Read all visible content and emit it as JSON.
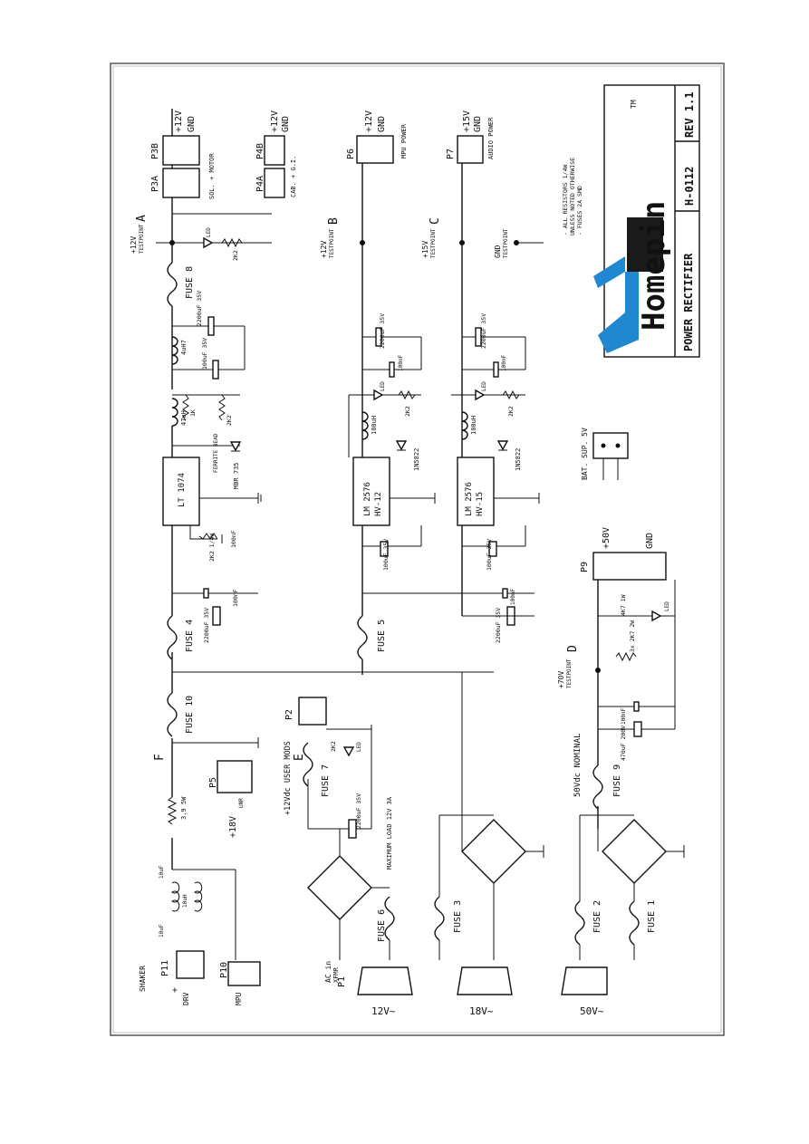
{
  "title_block": {
    "brand": "Homepin",
    "trademark": "TM",
    "title": "POWER RECTIFIER",
    "drawing_no": "H-0112",
    "revision": "REV 1.1",
    "notes": [
      "- ALL RESISTORS 1/4W",
      "  UNLESS NOTED OTHERWISE",
      "- FUSES 2A SMD"
    ],
    "colors": {
      "logo_blue": "#1f88d0",
      "logo_dark": "#1a1a1a"
    }
  },
  "connectors": {
    "p3a": "P3A",
    "p3b": "P3B",
    "p3_v": "+12V",
    "p3_gnd": "GND",
    "p3_desc": "SOL. + MOTOR",
    "p4a": "P4A",
    "p4b": "P4B",
    "p4_v": "+12V",
    "p4_gnd": "GND",
    "p4_desc": "CAB. + G.I.",
    "p6": "P6",
    "p6_v": "+12V",
    "p6_gnd": "GND",
    "p6_desc": "MPU POWER",
    "p7": "P7",
    "p7_v": "+15V",
    "p7_gnd": "GND",
    "p7_desc": "AUDIO POWER",
    "p9": "P9",
    "p9_v": "+50V",
    "p9_gnd": "GND",
    "p11": "P11",
    "p11_desc": "SHAKER",
    "p11_drv": "DRV",
    "p11_plus": "+",
    "p10": "P10",
    "p10_desc": "MPU",
    "p5": "P5",
    "p5_desc": "+18V",
    "p5_sub": "UNR",
    "p2": "P2",
    "p1": "P1",
    "p1_desc": "AC in",
    "p1_sub": "XFMR",
    "in12": "12V~",
    "in18": "18V~",
    "in50": "50V~",
    "bat": "BAT. SUP. 5V"
  },
  "testpoints": {
    "a": "A",
    "a_v": "+12V",
    "a_label": "TESTPOINT",
    "b": "B",
    "b_v": "+12V",
    "b_label": "TESTPOINT",
    "c": "C",
    "c_v": "+15V",
    "c_label": "TESTPOINT",
    "gnd": "GND",
    "gnd_label": "TESTPOINT",
    "d": "D",
    "d_v": "+70V",
    "d_label": "TESTPOINT",
    "e": "E",
    "f": "F"
  },
  "fuses": [
    "FUSE 1",
    "FUSE 2",
    "FUSE 3",
    "FUSE 4",
    "FUSE 5",
    "FUSE 6",
    "FUSE 7",
    "FUSE 8",
    "FUSE 9",
    "FUSE 10"
  ],
  "ics": {
    "u1": "LT 1074",
    "u2_a": "LM 2576",
    "u2_b": "HV-12",
    "u3_a": "LM 2576",
    "u3_b": "HV-15",
    "d_mbr": "MBR 735",
    "d_1n_a": "1N5822",
    "d_1n_b": "1N5822",
    "ferrite": "FERRITE BEAD"
  },
  "parts": {
    "c_2200_35": "2200uF\n35V",
    "c_100_35": "100uF\n35V",
    "c_100n": "100nF",
    "c_470_200": "470uF\n200V",
    "c_10uf": "10uF",
    "c_10uh": "10uH",
    "l_47": "47uH",
    "l_4u7": "4uH7",
    "l_100": "100uH",
    "r_2k2": "2K2",
    "r_1k": "1K",
    "r_quarter": "1/4W",
    "r_2k2_q": "2K2\n1/4W",
    "r_3x": "3x 2K7 2W",
    "r_4k7": "4K7 1W",
    "r_3r9": "3.9 5W",
    "led": "LED"
  },
  "labels": {
    "user_mods": "+12Vdc USER MODS",
    "max_load": "MAXIMUM LOAD 12V 3A",
    "v50_nominal": "50Vdc\nNOMINAL",
    "gnd_sym": "GND"
  }
}
